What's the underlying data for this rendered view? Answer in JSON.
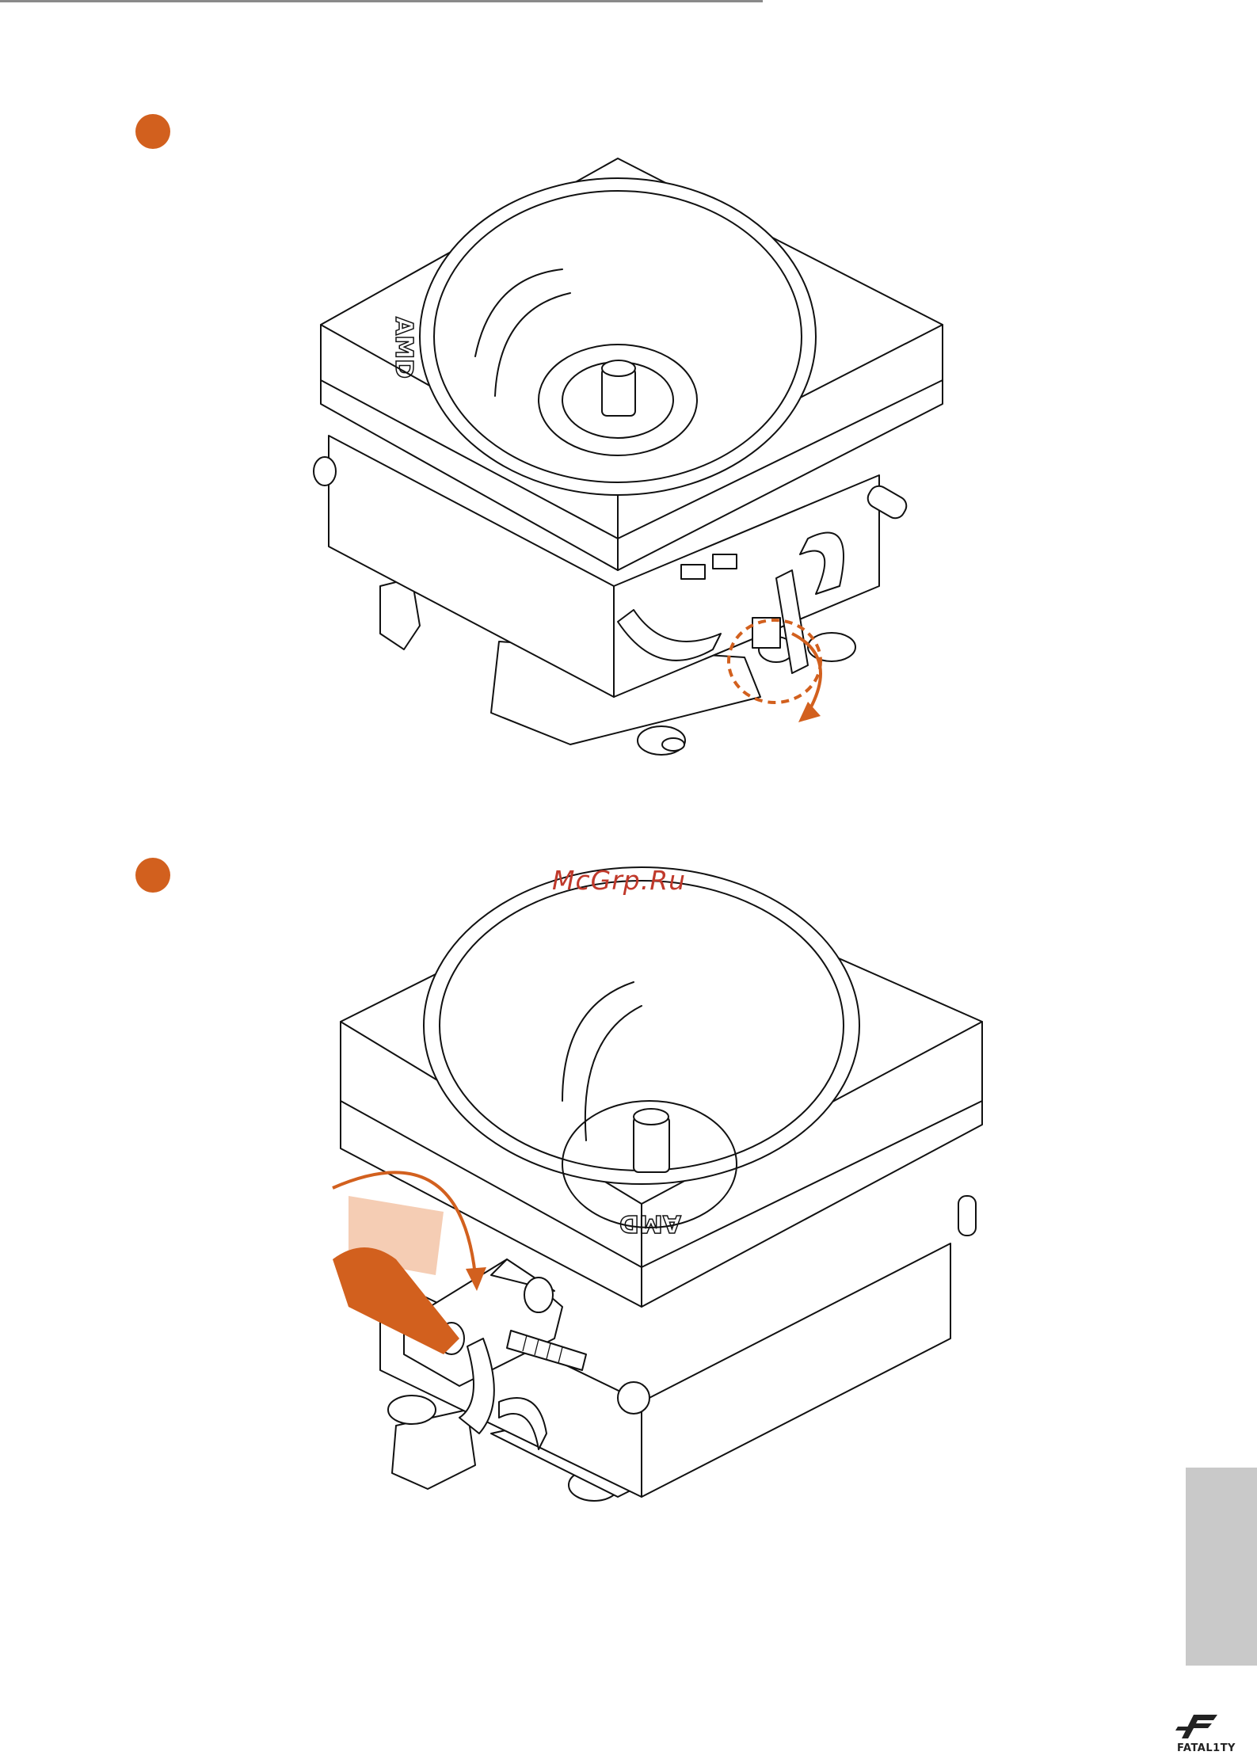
{
  "steps": [
    {
      "label": "",
      "color": "#d2601e"
    },
    {
      "label": "",
      "color": "#d2601e"
    }
  ],
  "watermark": {
    "text": "McGrp.Ru",
    "color": "#c0392b"
  },
  "figures": [
    {
      "alt": "",
      "fan_logo": "AMD",
      "annotation": "dashed-circle-with-rotation-arrow"
    },
    {
      "alt": "",
      "fan_logo": "AMD",
      "annotation": "lever-rotation-arrow"
    }
  ],
  "side_tab": {
    "color": "#c9c9c9"
  },
  "brand": {
    "logo_text": "FATAL1TY"
  },
  "accent_color": "#d2601e"
}
